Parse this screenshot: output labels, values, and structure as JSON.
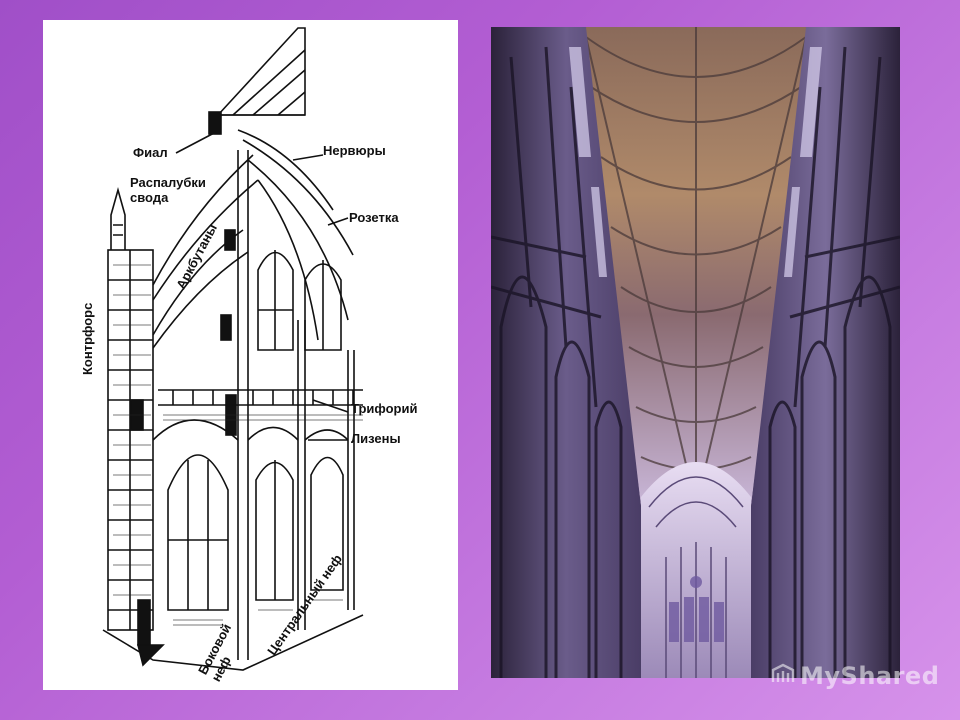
{
  "diagram": {
    "labels": {
      "fial": "Фиал",
      "raspalubki": "Распалубки\nсвода",
      "nervyury": "Нервюры",
      "rozetka": "Розетка",
      "arkbutany": "Аркбутаны",
      "kontrfors": "Контрфорс",
      "triforiy": "Трифорий",
      "lizeny": "Лизены",
      "bokovoy_nef": "Боковой\nнеф",
      "centralny_nef": "Центральный неф"
    }
  },
  "photo": {
    "subject": "gothic cathedral nave interior"
  },
  "watermark": {
    "text": "MyShared",
    "icon": "myshared-logo-icon"
  }
}
